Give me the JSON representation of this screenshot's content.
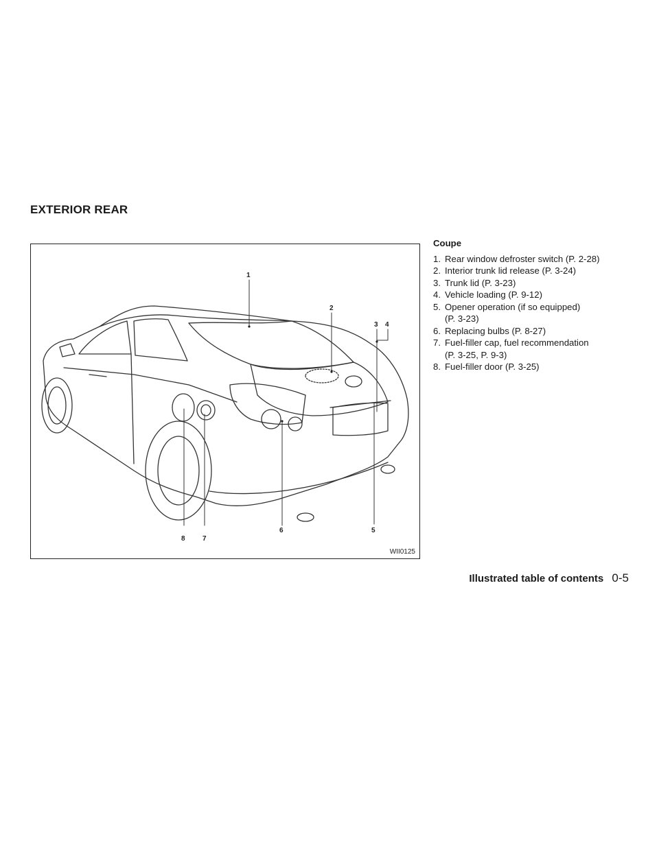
{
  "section_title": "EXTERIOR REAR",
  "figure": {
    "id": "WII0125",
    "callouts": [
      "1",
      "2",
      "3",
      "4",
      "5",
      "6",
      "7",
      "8"
    ]
  },
  "legend": {
    "heading": "Coupe",
    "items": [
      {
        "num": "1.",
        "text": "Rear window defroster switch (P. 2-28)"
      },
      {
        "num": "2.",
        "text": "Interior trunk lid release (P. 3-24)"
      },
      {
        "num": "3.",
        "text": "Trunk lid (P. 3-23)"
      },
      {
        "num": "4.",
        "text": "Vehicle loading (P. 9-12)"
      },
      {
        "num": "5.",
        "text": "Opener operation (if so equipped)",
        "cont": "(P. 3-23)"
      },
      {
        "num": "6.",
        "text": "Replacing bulbs (P. 8-27)"
      },
      {
        "num": "7.",
        "text": "Fuel-filler cap, fuel recommendation",
        "cont": "(P. 3-25, P. 9-3)"
      },
      {
        "num": "8.",
        "text": "Fuel-filler door (P. 3-25)"
      }
    ]
  },
  "footer": {
    "label": "Illustrated table of contents",
    "page": "0-5"
  }
}
